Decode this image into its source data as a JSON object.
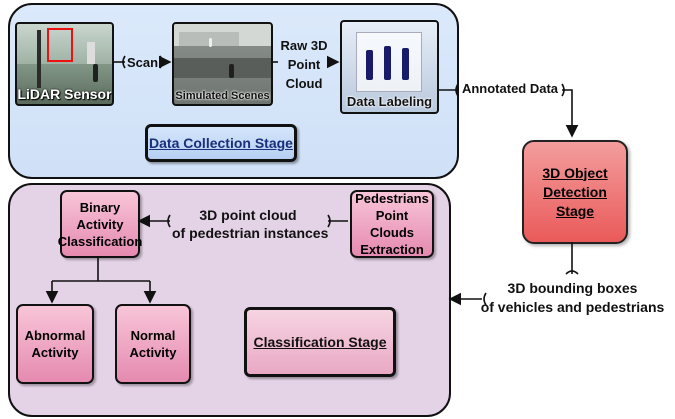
{
  "data_collection": {
    "stage_title": "Data Collection Stage",
    "lidar_label": "LiDAR Sensor",
    "scan_label": "Scan",
    "sim_label": "Simulated Scenes",
    "raw_label": [
      "Raw 3D",
      "Point",
      "Cloud"
    ],
    "labeling_label": "Data Labeling"
  },
  "annotated_label": "Annotated Data",
  "detection": {
    "title": [
      "3D Object",
      "Detection Stage"
    ]
  },
  "bbox_label": [
    "3D bounding boxes",
    "of vehicles and pedestrians"
  ],
  "classification": {
    "stage_title": "Classification Stage",
    "binary_box": [
      "Binary",
      "Activity",
      "Classification"
    ],
    "pointcloud_label": [
      "3D point cloud",
      "of pedestrian instances"
    ],
    "extraction_box": [
      "Pedestrians",
      "Point Clouds",
      "Extraction"
    ],
    "abnormal_box": [
      "Abnormal",
      "Activity"
    ],
    "normal_box": [
      "Normal",
      "Activity"
    ]
  },
  "colors": {
    "data_stage_bg": "#cfe0f7",
    "classification_stage_bg": "#e4d2e6",
    "detection_box": "#ee7373",
    "activity_box": "#ee9ebf"
  }
}
